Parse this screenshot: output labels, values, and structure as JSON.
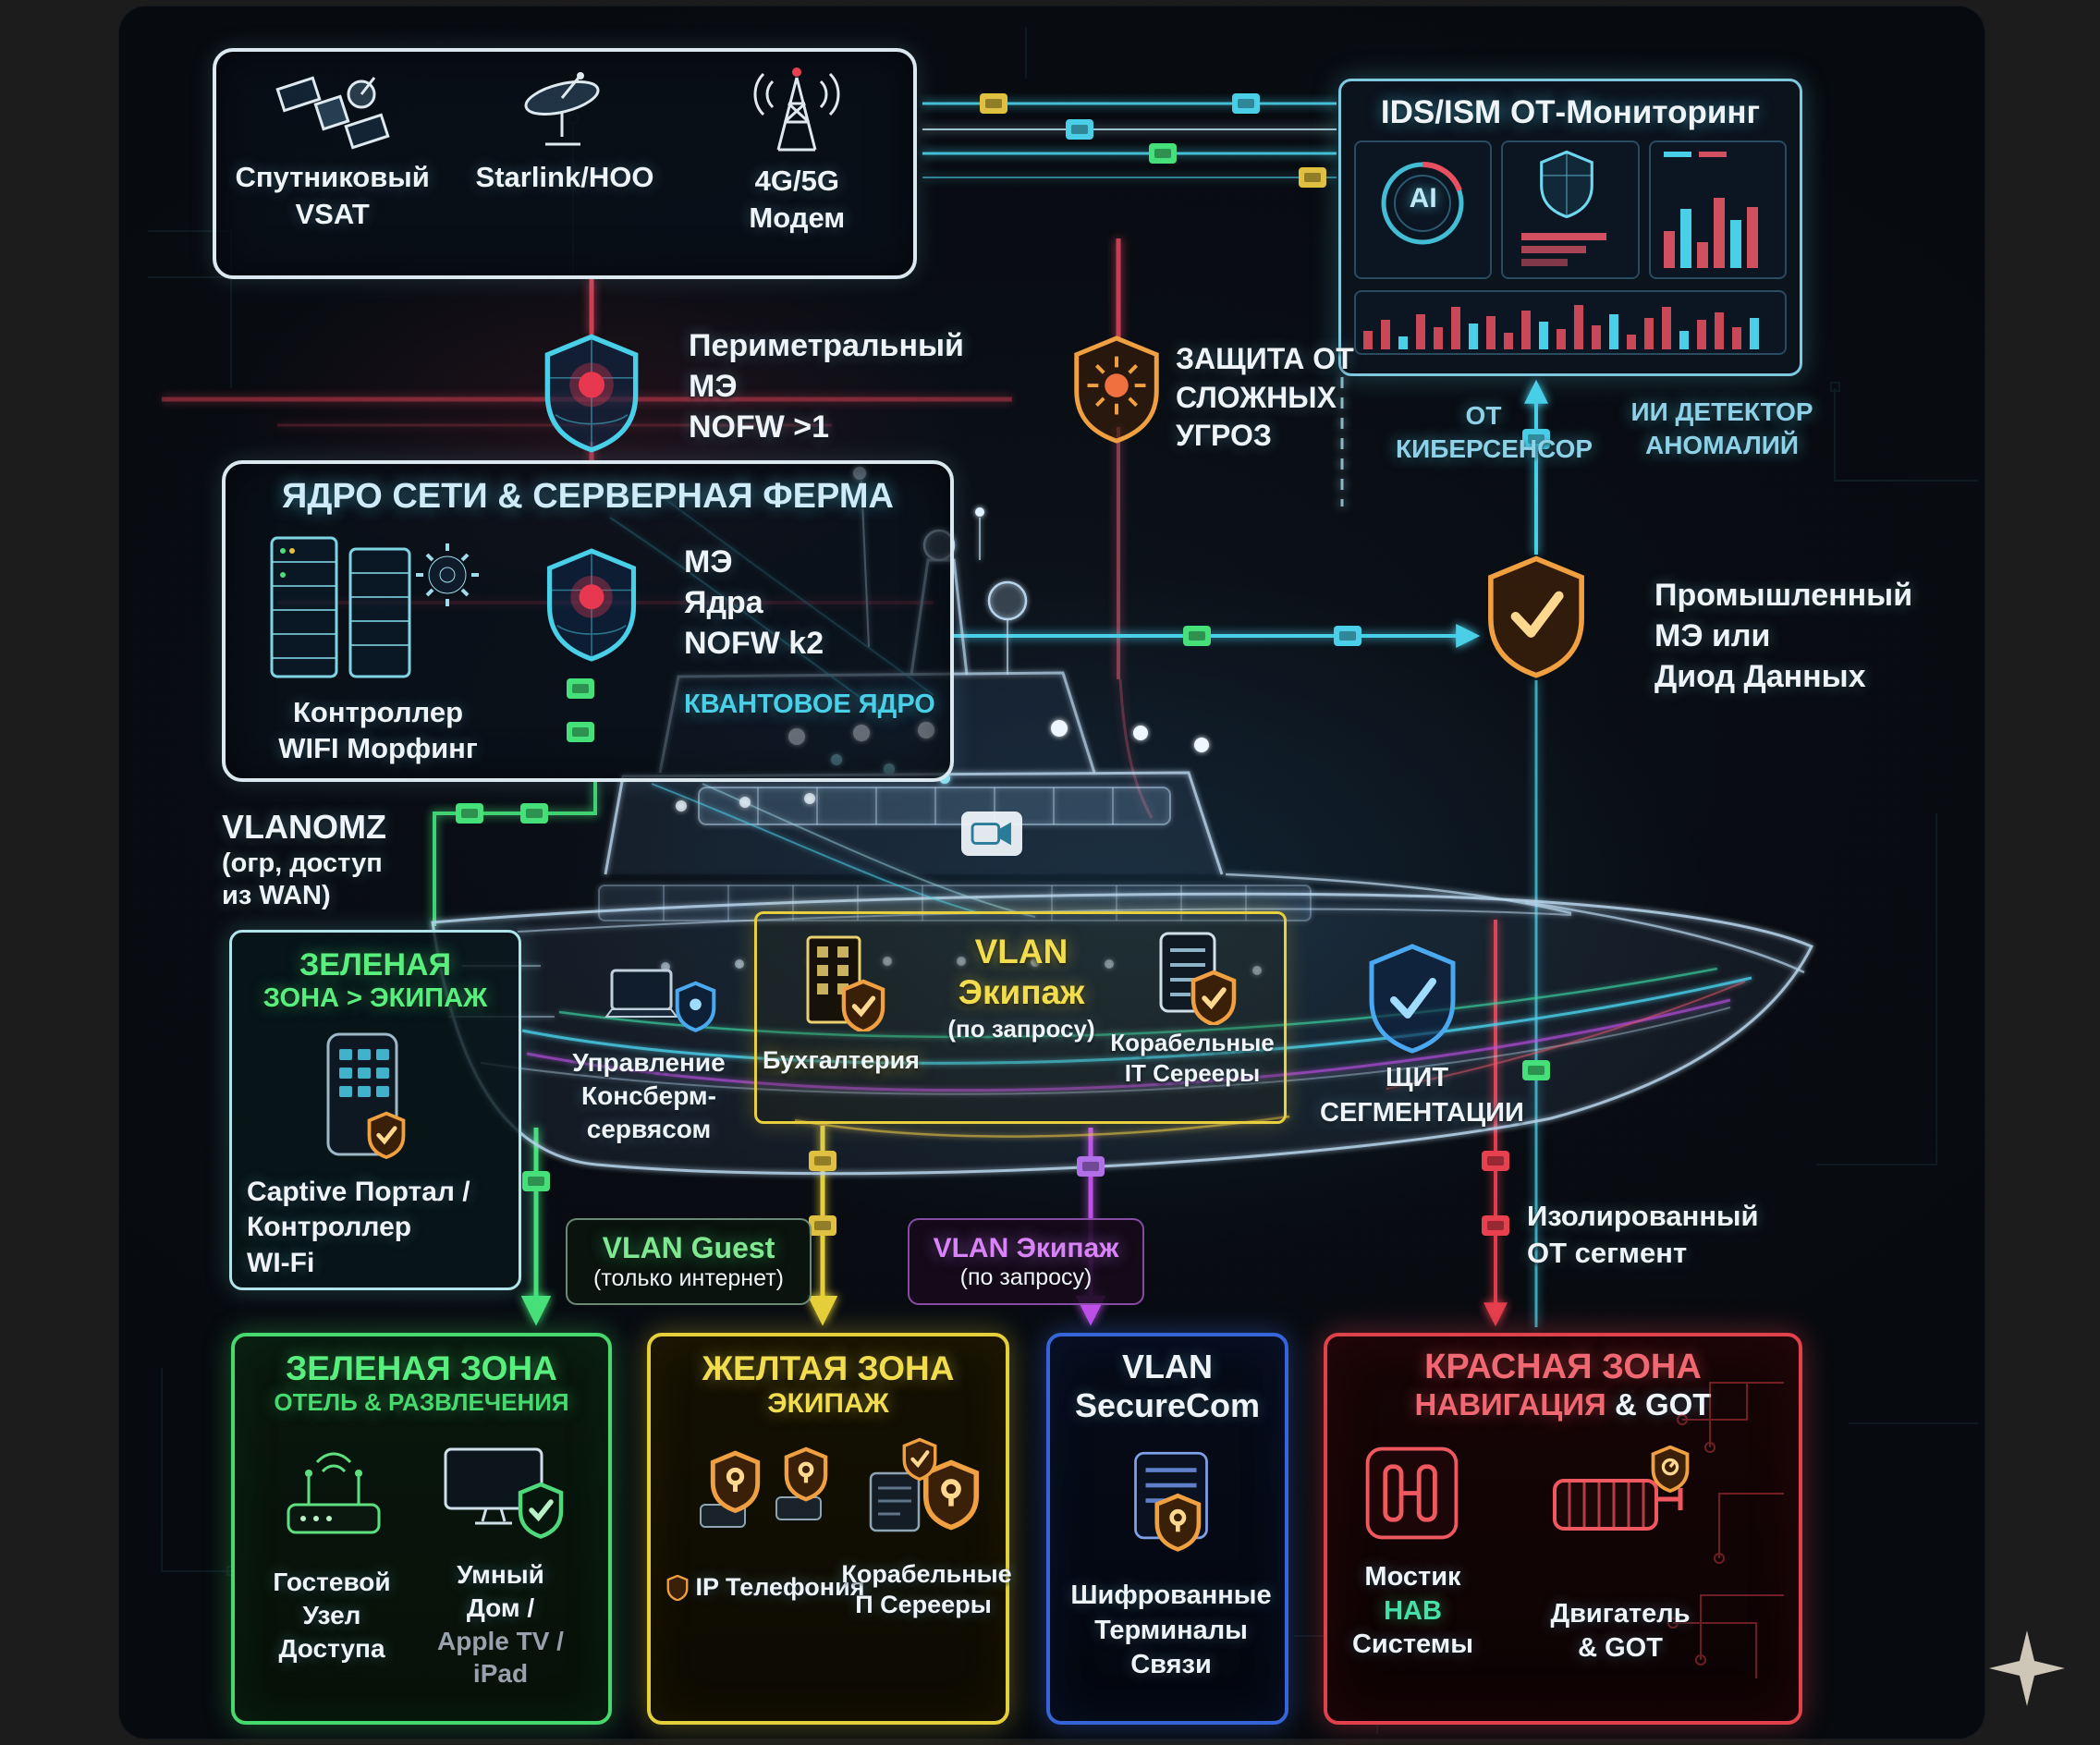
{
  "colors": {
    "cyan": "#49cfe8",
    "green": "#46e07a",
    "yellow": "#e5cf3a",
    "magenta": "#c050e8",
    "red": "#e8404f",
    "orange": "#f0a040"
  },
  "satcom": {
    "items": [
      {
        "icon": "satellite-icon",
        "line1": "Спутниковый",
        "line2": "VSAT"
      },
      {
        "icon": "starlink-dish-icon",
        "line1": "Starlink/HOO",
        "line2": ""
      },
      {
        "icon": "cell-tower-icon",
        "line1": "4G/5G",
        "line2": "Модем"
      }
    ]
  },
  "ids": {
    "title": "IDS/ISM ОТ-Мониторинг",
    "ai": "AI"
  },
  "perimeter_fw": {
    "l1": "Периметральный",
    "l2": "МЭ",
    "l3": "NOFW >1"
  },
  "threat": {
    "l1": "ЗАЩИТА ОТ",
    "l2": "СЛОЖНЫХ",
    "l3": "УГРОЗ"
  },
  "cybersensor": {
    "l1": "ОТ",
    "l2": "КИБЕРСЕНСОР"
  },
  "anomaly": {
    "l1": "ИИ ДЕТЕКТОР",
    "l2": "АНОМАЛИЙ"
  },
  "core": {
    "title": "ЯДРО СЕТИ & СЕРВЕРНАЯ ФЕРМА",
    "fw1": "МЭ",
    "fw2": "Ядра",
    "fw3": "NOFW k2",
    "quantum": "КВАНТОВОЕ ЯДРО",
    "ctrl1": "Контроллер",
    "ctrl2": "WIFI Морфинг"
  },
  "industrial_fw": {
    "l1": "Промышленный",
    "l2": "МЭ или",
    "l3": "Диод Данных"
  },
  "vlanomz": {
    "title": "VLANOMZ",
    "l1": "(огр, доступ",
    "l2": "из WAN)"
  },
  "crew_green": {
    "t1": "ЗЕЛЕНАЯ",
    "t2": "ЗОНА > ЭКИПАЖ",
    "l1": "Captive Портал /",
    "l2": "Контроллер",
    "l3": "WI-Fi"
  },
  "mgmt": {
    "l1": "Управление",
    "l2": "Консберм-",
    "l3": "сервясом"
  },
  "midbox": {
    "accounting": "Бухгалтерия",
    "vlan1": "VLAN",
    "vlan2": "Экипаж",
    "vlan_sub": "(по запросу)",
    "srv1": "Корабельные",
    "srv2": "IT Серееры"
  },
  "segment": {
    "l1": "ЩИТ",
    "l2": "СЕГМЕНТАЦИИ"
  },
  "vlan_guest": {
    "title": "VLAN Guest",
    "sub": "(только интернет)"
  },
  "vlan_crew": {
    "title": "VLAN Экипаж",
    "sub": "(по запросу)"
  },
  "isolated": {
    "l1": "Изолированный",
    "l2": "ОТ сегмент"
  },
  "zone_green": {
    "title": "ЗЕЛЕНАЯ ЗОНА",
    "subtitle": "ОТЕЛЬ & РАЗВЛЕЧЕНИЯ",
    "a1": "Гостевой",
    "a2": "Узел",
    "a3": "Доступа",
    "b1": "Умный",
    "b2": "Дом /",
    "b3": "Apple TV /",
    "b4": "iPad"
  },
  "zone_yellow": {
    "title": "ЖЕЛТАЯ ЗОНА",
    "subtitle": "ЭКИПАЖ",
    "a": "IP Телефония",
    "b1": "Корабельные",
    "b2": "П Серееры"
  },
  "zone_blue": {
    "title": "VLAN",
    "subtitle": "SecureCom",
    "a1": "Шифрованные",
    "a2": "Терминалы",
    "a3": "Связи"
  },
  "zone_red": {
    "title": "КРАСНАЯ ЗОНА",
    "sub_red": "НАВИГАЦИЯ",
    "sub_white": "& GOT",
    "a1": "Мостик",
    "a2": "НАВ",
    "a3": "Системы",
    "b1": "Двигатель",
    "b2": "& GOT"
  }
}
